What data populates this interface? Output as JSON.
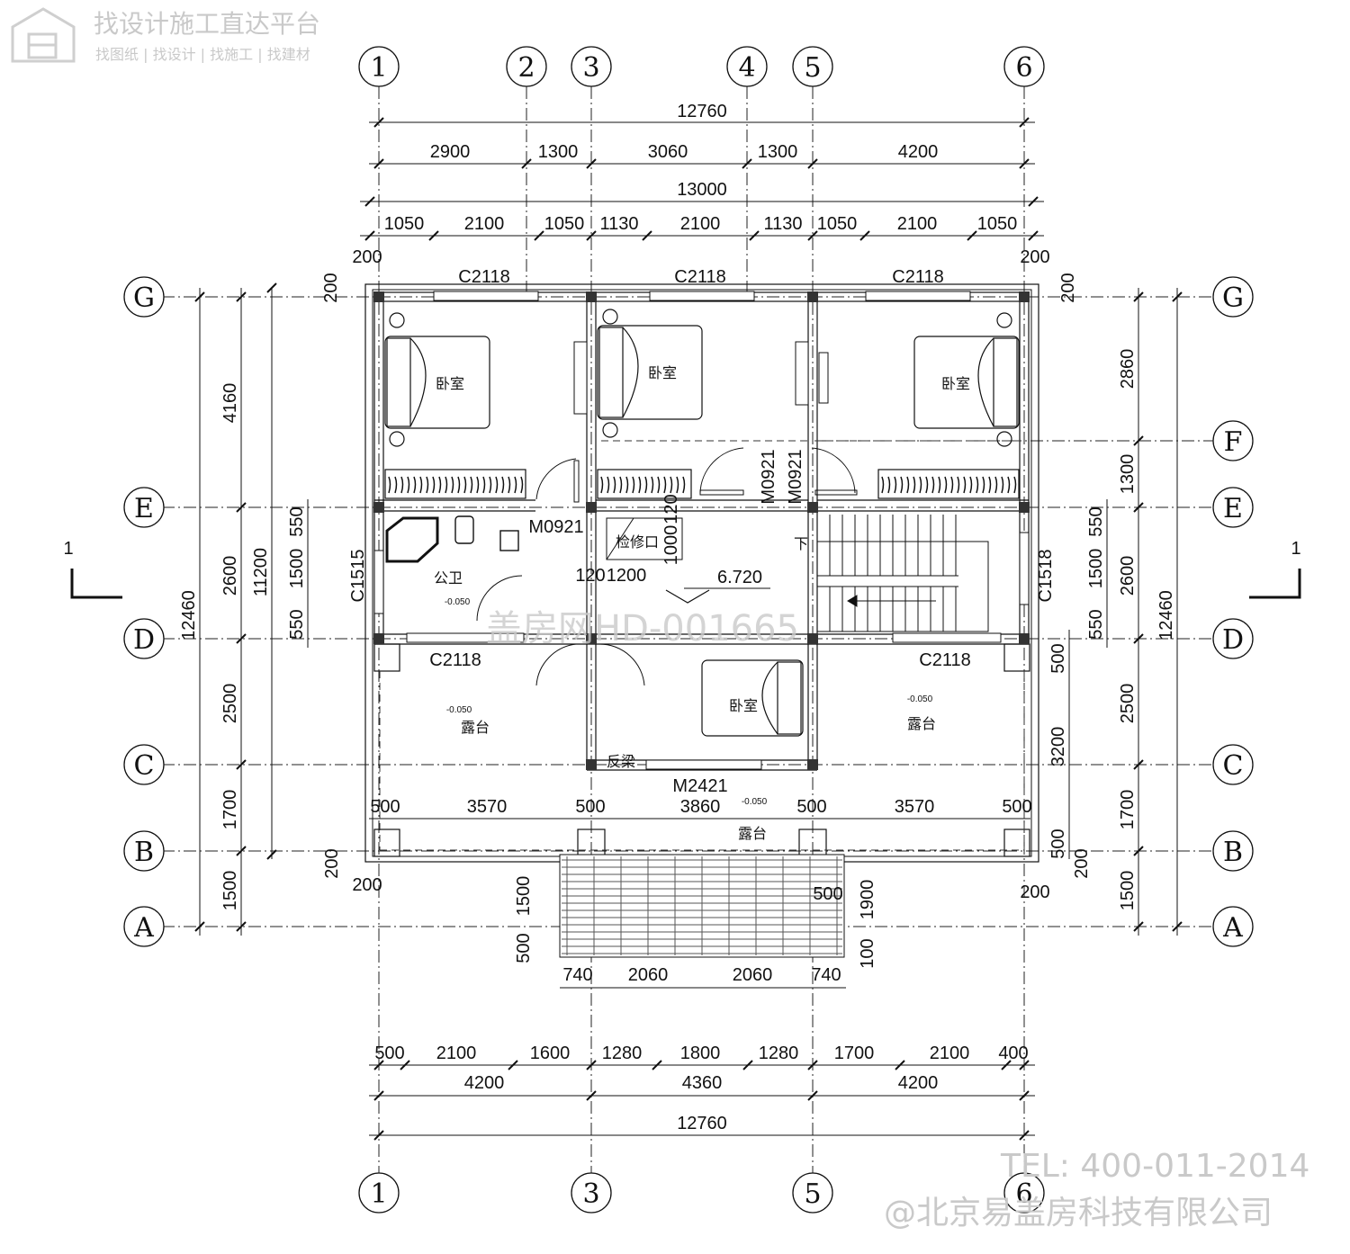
{
  "watermark": {
    "platform_title": "找设计施工直达平台",
    "platform_sub": "找图纸 | 找设计 | 找施工 | 找建材",
    "center_id": "盖房网HD-001665",
    "tel": "TEL: 400-011-2014",
    "company": "@北京易盖房科技有限公司"
  },
  "axes": {
    "vertical": [
      "1",
      "2",
      "3",
      "4",
      "5",
      "6"
    ],
    "bottom": [
      "1",
      "3",
      "5",
      "6"
    ],
    "horizontal": [
      "G",
      "F",
      "E",
      "D",
      "C",
      "B",
      "A"
    ]
  },
  "section_mark": "1",
  "elevation": "6.720",
  "dims_top": {
    "total1": "12760",
    "row1": [
      "2900",
      "1300",
      "3060",
      "1300",
      "4200"
    ],
    "total2": "13000",
    "row3": [
      "1050",
      "2100",
      "1050",
      "1130",
      "2100",
      "1130",
      "1050",
      "2100",
      "1050"
    ],
    "edge": "200"
  },
  "dims_bottom": {
    "row1": [
      "500",
      "2100",
      "1600",
      "1280",
      "1800",
      "1280",
      "1700",
      "2100",
      "400"
    ],
    "row2": [
      "4200",
      "4360",
      "4200"
    ],
    "total": "12760",
    "stairs": [
      "740",
      "2060",
      "2060",
      "740"
    ]
  },
  "dims_left": {
    "outer": "12460",
    "mid": "11200",
    "row": [
      "4160",
      "2600",
      "2500",
      "1700",
      "1500"
    ],
    "inner": [
      "550",
      "1500",
      "550"
    ],
    "edge": "200"
  },
  "dims_right": {
    "outer": "12460",
    "row": [
      "2860",
      "1300",
      "2600",
      "2500",
      "1700",
      "1500"
    ],
    "inner": [
      "550",
      "1500",
      "550"
    ],
    "balcony": [
      "500",
      "3200",
      "500"
    ],
    "edge": "200"
  },
  "terrace_dims": [
    "500",
    "3570",
    "500",
    "3860",
    "500",
    "3570",
    "500"
  ],
  "step_dims": [
    "1500",
    "500",
    "500",
    "1900",
    "100"
  ],
  "windows": {
    "c2118": "C2118",
    "c1515": "C1515",
    "c1518": "C1518",
    "m0921": "M0921",
    "m2421": "M2421",
    "hole_w1": "120",
    "hole_w2": "1200",
    "hole_h1": "1000",
    "hole_h2": "120"
  },
  "rooms": {
    "bedroom": "卧室",
    "bath": "公卫",
    "terrace": "露台",
    "hatch": "检修口",
    "beam": "反梁",
    "down": "下",
    "level": "-0.050"
  }
}
